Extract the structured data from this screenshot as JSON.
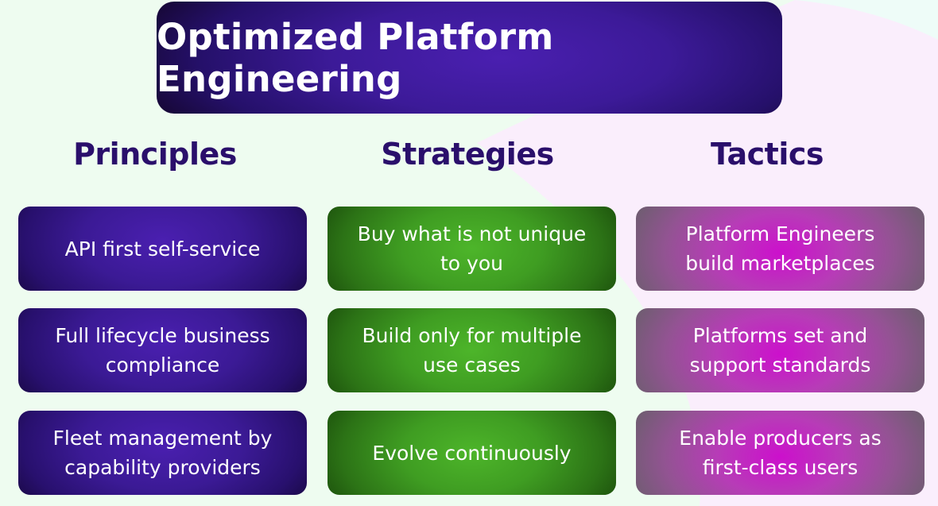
{
  "title": "Optimized Platform Engineering",
  "colors": {
    "background_left": "#eefcf0",
    "background_right": "#faeefc",
    "heading_text": "#2a0f6b",
    "title_box": "#4a1fb0",
    "principles_card": "#4a1fb0",
    "strategies_card": "#4db52a",
    "tactics_card": "#cc10cc"
  },
  "columns": [
    {
      "heading": "Principles",
      "items": [
        "API first self-service",
        "Full lifecycle business compliance",
        "Fleet management by capability providers"
      ]
    },
    {
      "heading": "Strategies",
      "items": [
        "Buy what is not unique to you",
        "Build only for multiple use cases",
        "Evolve continuously"
      ]
    },
    {
      "heading": "Tactics",
      "items": [
        "Platform Engineers build marketplaces",
        "Platforms set and support standards",
        "Enable producers as first-class users"
      ]
    }
  ]
}
